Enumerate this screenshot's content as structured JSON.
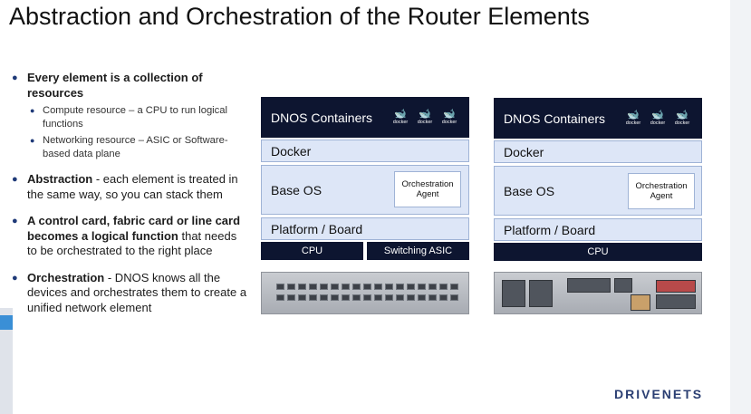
{
  "slide": {
    "title": "Abstraction and Orchestration of the Router Elements"
  },
  "bullets": [
    {
      "bold": "Every element is a collection of resources",
      "text": "",
      "subs": [
        "Compute resource – a CPU to run logical functions",
        "Networking resource –  ASIC or Software-based data plane"
      ]
    },
    {
      "bold": "Abstraction",
      "text": " - each element is treated in the same way, so you can stack them",
      "subs": []
    },
    {
      "bold": "A control card, fabric card or line card becomes a logical function",
      "text": " that needs to be orchestrated to the right place",
      "subs": []
    },
    {
      "bold": "Orchestration",
      "text": " - DNOS knows all the devices and orchestrates them to create a unified network element",
      "subs": []
    }
  ],
  "stack_left": {
    "containers": "DNOS Containers",
    "docker_label": "docker",
    "docker": "Docker",
    "base_os": "Base OS",
    "agent": "Orchestration Agent",
    "platform": "Platform / Board",
    "cpu": "CPU",
    "asic": "Switching ASIC"
  },
  "stack_right": {
    "containers": "DNOS Containers",
    "docker_label": "docker",
    "docker": "Docker",
    "base_os": "Base OS",
    "agent": "Orchestration Agent",
    "platform": "Platform / Board",
    "cpu": "CPU"
  },
  "footer": {
    "logo": "DRIVENETS"
  },
  "colors": {
    "dark_navy": "#0d1530",
    "layer_fill": "#dde6f7",
    "bullet": "#1f3a78",
    "logo": "#2b3f73"
  },
  "icons": {
    "bullet": "bullet-dot",
    "docker": "docker-whale-icon"
  }
}
